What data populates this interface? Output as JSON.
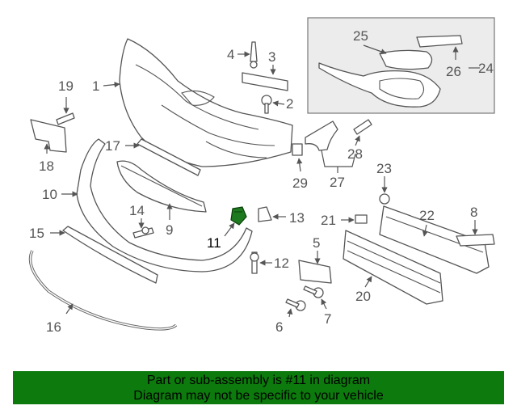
{
  "callouts": {
    "c1": "1",
    "c2": "2",
    "c3": "3",
    "c4": "4",
    "c5": "5",
    "c6": "6",
    "c7": "7",
    "c8": "8",
    "c9": "9",
    "c10": "10",
    "c11": "11",
    "c12": "12",
    "c13": "13",
    "c14": "14",
    "c15": "15",
    "c16": "16",
    "c17": "17",
    "c18": "18",
    "c19": "19",
    "c20": "20",
    "c21": "21",
    "c22": "22",
    "c23": "23",
    "c24": "24",
    "c25": "25",
    "c26": "26",
    "c27": "27",
    "c28": "28",
    "c29": "29"
  },
  "highlight": {
    "part": "11",
    "color": "#1e7a1e"
  },
  "footer": {
    "line1": "Part or sub-assembly is #11 in diagram",
    "line2": "Diagram may not be specific to your vehicle",
    "background": "#0c7a0c"
  }
}
